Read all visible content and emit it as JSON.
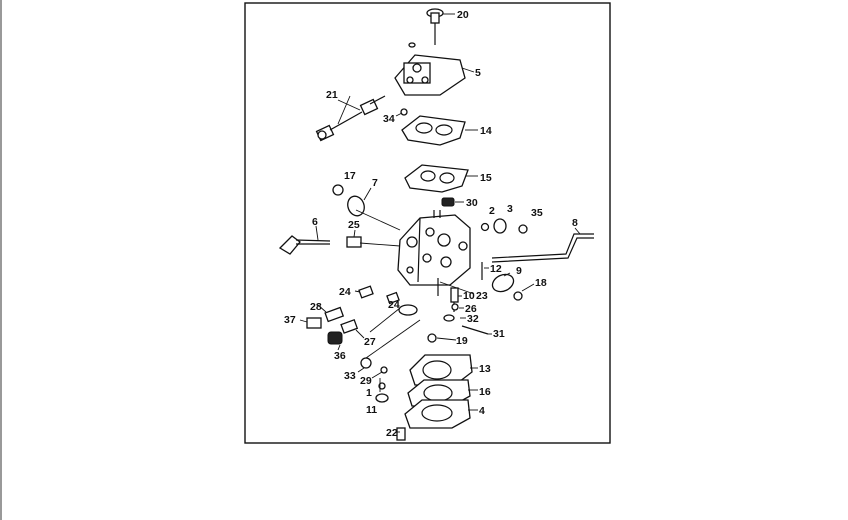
{
  "header": {
    "left_fragment": "",
    "mid_fragment": ""
  },
  "diagram": {
    "labels": {
      "p20": "20",
      "p5": "5",
      "p21": "21",
      "p34": "34",
      "p14": "14",
      "p15": "15",
      "p17": "17",
      "p7": "7",
      "p30": "30",
      "p2": "2",
      "p3": "3",
      "p35": "35",
      "p6": "6",
      "p25": "25",
      "p8": "8",
      "p12": "12",
      "p9": "9",
      "p18": "18",
      "p24a": "24",
      "p24b": "24",
      "p23": "23",
      "p10": "10",
      "p26": "26",
      "p28": "28",
      "p37": "37",
      "p27": "27",
      "p32": "32",
      "p31": "31",
      "p36": "36",
      "p19": "19",
      "p13": "13",
      "p33": "33",
      "p29": "29",
      "p1": "1",
      "p16": "16",
      "p11": "11",
      "p4": "4",
      "p22": "22"
    }
  }
}
